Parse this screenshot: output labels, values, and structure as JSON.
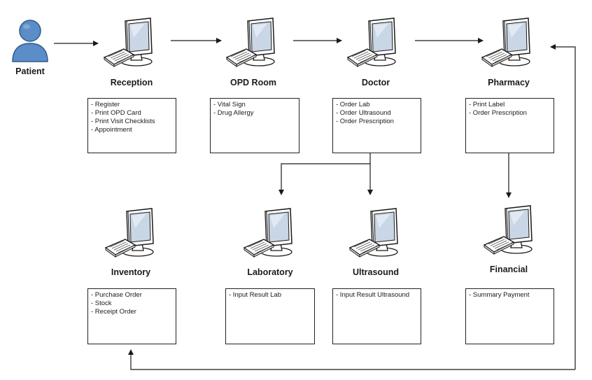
{
  "patient": {
    "label": "Patient"
  },
  "workstations": {
    "reception": {
      "title": "Reception",
      "tasks": [
        "- Register",
        "- Print OPD Card",
        "- Print Visit Checklists",
        "- Appointment"
      ]
    },
    "opd_room": {
      "title": "OPD Room",
      "tasks": [
        "- Vital Sign",
        "- Drug Allergy"
      ]
    },
    "doctor": {
      "title": "Doctor",
      "tasks": [
        "- Order Lab",
        "- Order Ultrasound",
        "- Order Prescription"
      ]
    },
    "pharmacy": {
      "title": "Pharmacy",
      "tasks": [
        "- Print Label",
        "- Order Prescription"
      ]
    },
    "inventory": {
      "title": "Inventory",
      "tasks": [
        "- Purchase Order",
        "- Stock",
        "- Receipt Order"
      ]
    },
    "laboratory": {
      "title": "Laboratory",
      "tasks": [
        "- Input Result Lab"
      ]
    },
    "ultrasound": {
      "title": "Ultrasound",
      "tasks": [
        "- Input Result Ultrasound"
      ]
    },
    "financial": {
      "title": "Financial",
      "tasks": [
        "- Summary Payment"
      ]
    }
  },
  "icons": {
    "workstation": "computer-workstation-icon",
    "patient": "person-icon"
  },
  "colors": {
    "person_fill": "#5b8dc8",
    "person_stroke": "#2e5a8c",
    "line": "#1a1a1a",
    "screen": "#c9d6e6"
  }
}
